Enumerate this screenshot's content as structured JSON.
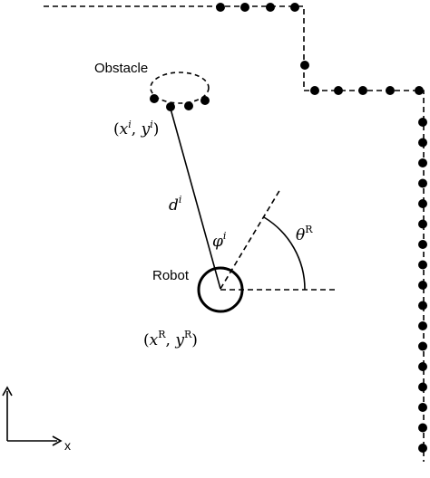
{
  "labels": {
    "obstacle": "Obstacle",
    "robot": "Robot",
    "x_axis": "x"
  },
  "math": {
    "obstacle_point": {
      "open": "(",
      "x": "x",
      "sup1": "i",
      "comma": ", ",
      "y": "y",
      "sup2": "i",
      "close": ")"
    },
    "distance": {
      "base": "d",
      "sup": "i"
    },
    "relative_angle": {
      "base": "φ",
      "sup": "i"
    },
    "robot_heading": {
      "base": "θ",
      "sup": "R"
    },
    "robot_point": {
      "open": "(",
      "x": "x",
      "sup1": "R",
      "comma": ", ",
      "y": "y",
      "sup2": "R",
      "close": ")"
    }
  },
  "colors": {
    "ink": "#000000",
    "background": "#ffffff"
  }
}
